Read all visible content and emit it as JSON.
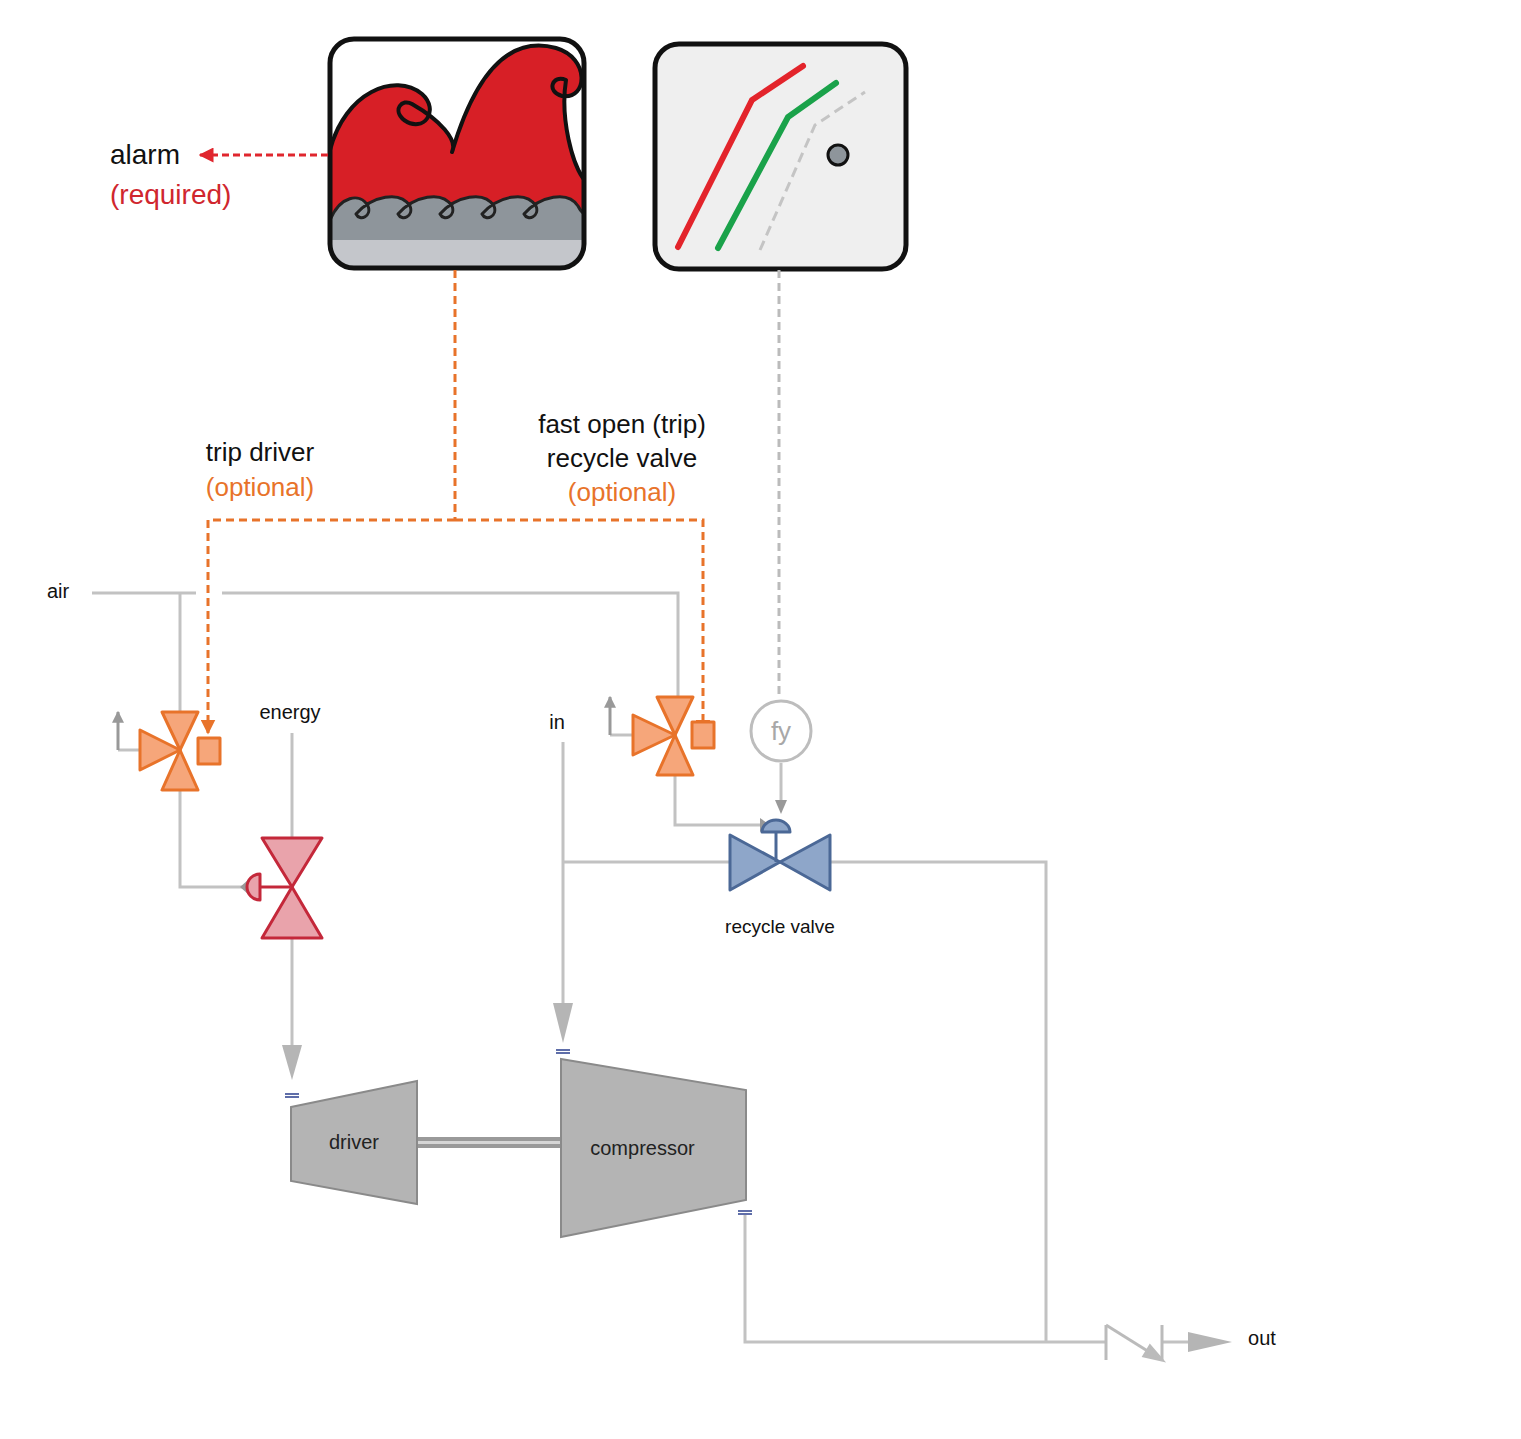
{
  "diagram": {
    "nodes": [
      {
        "text": [
          "fy"
        ]
      },
      {
        "text": [
          "driver"
        ]
      },
      {
        "text": [
          "compressor"
        ]
      }
    ],
    "edges": [
      {
        "from": 1,
        "to": 2,
        "arrow": "none"
      }
    ],
    "labels": [
      "alarm",
      "(required)",
      "trip driver",
      "(optional)",
      "fast open (trip) recycle valve",
      "(optional)",
      "air",
      "energy",
      "in",
      "recycle valve",
      "out"
    ]
  }
}
